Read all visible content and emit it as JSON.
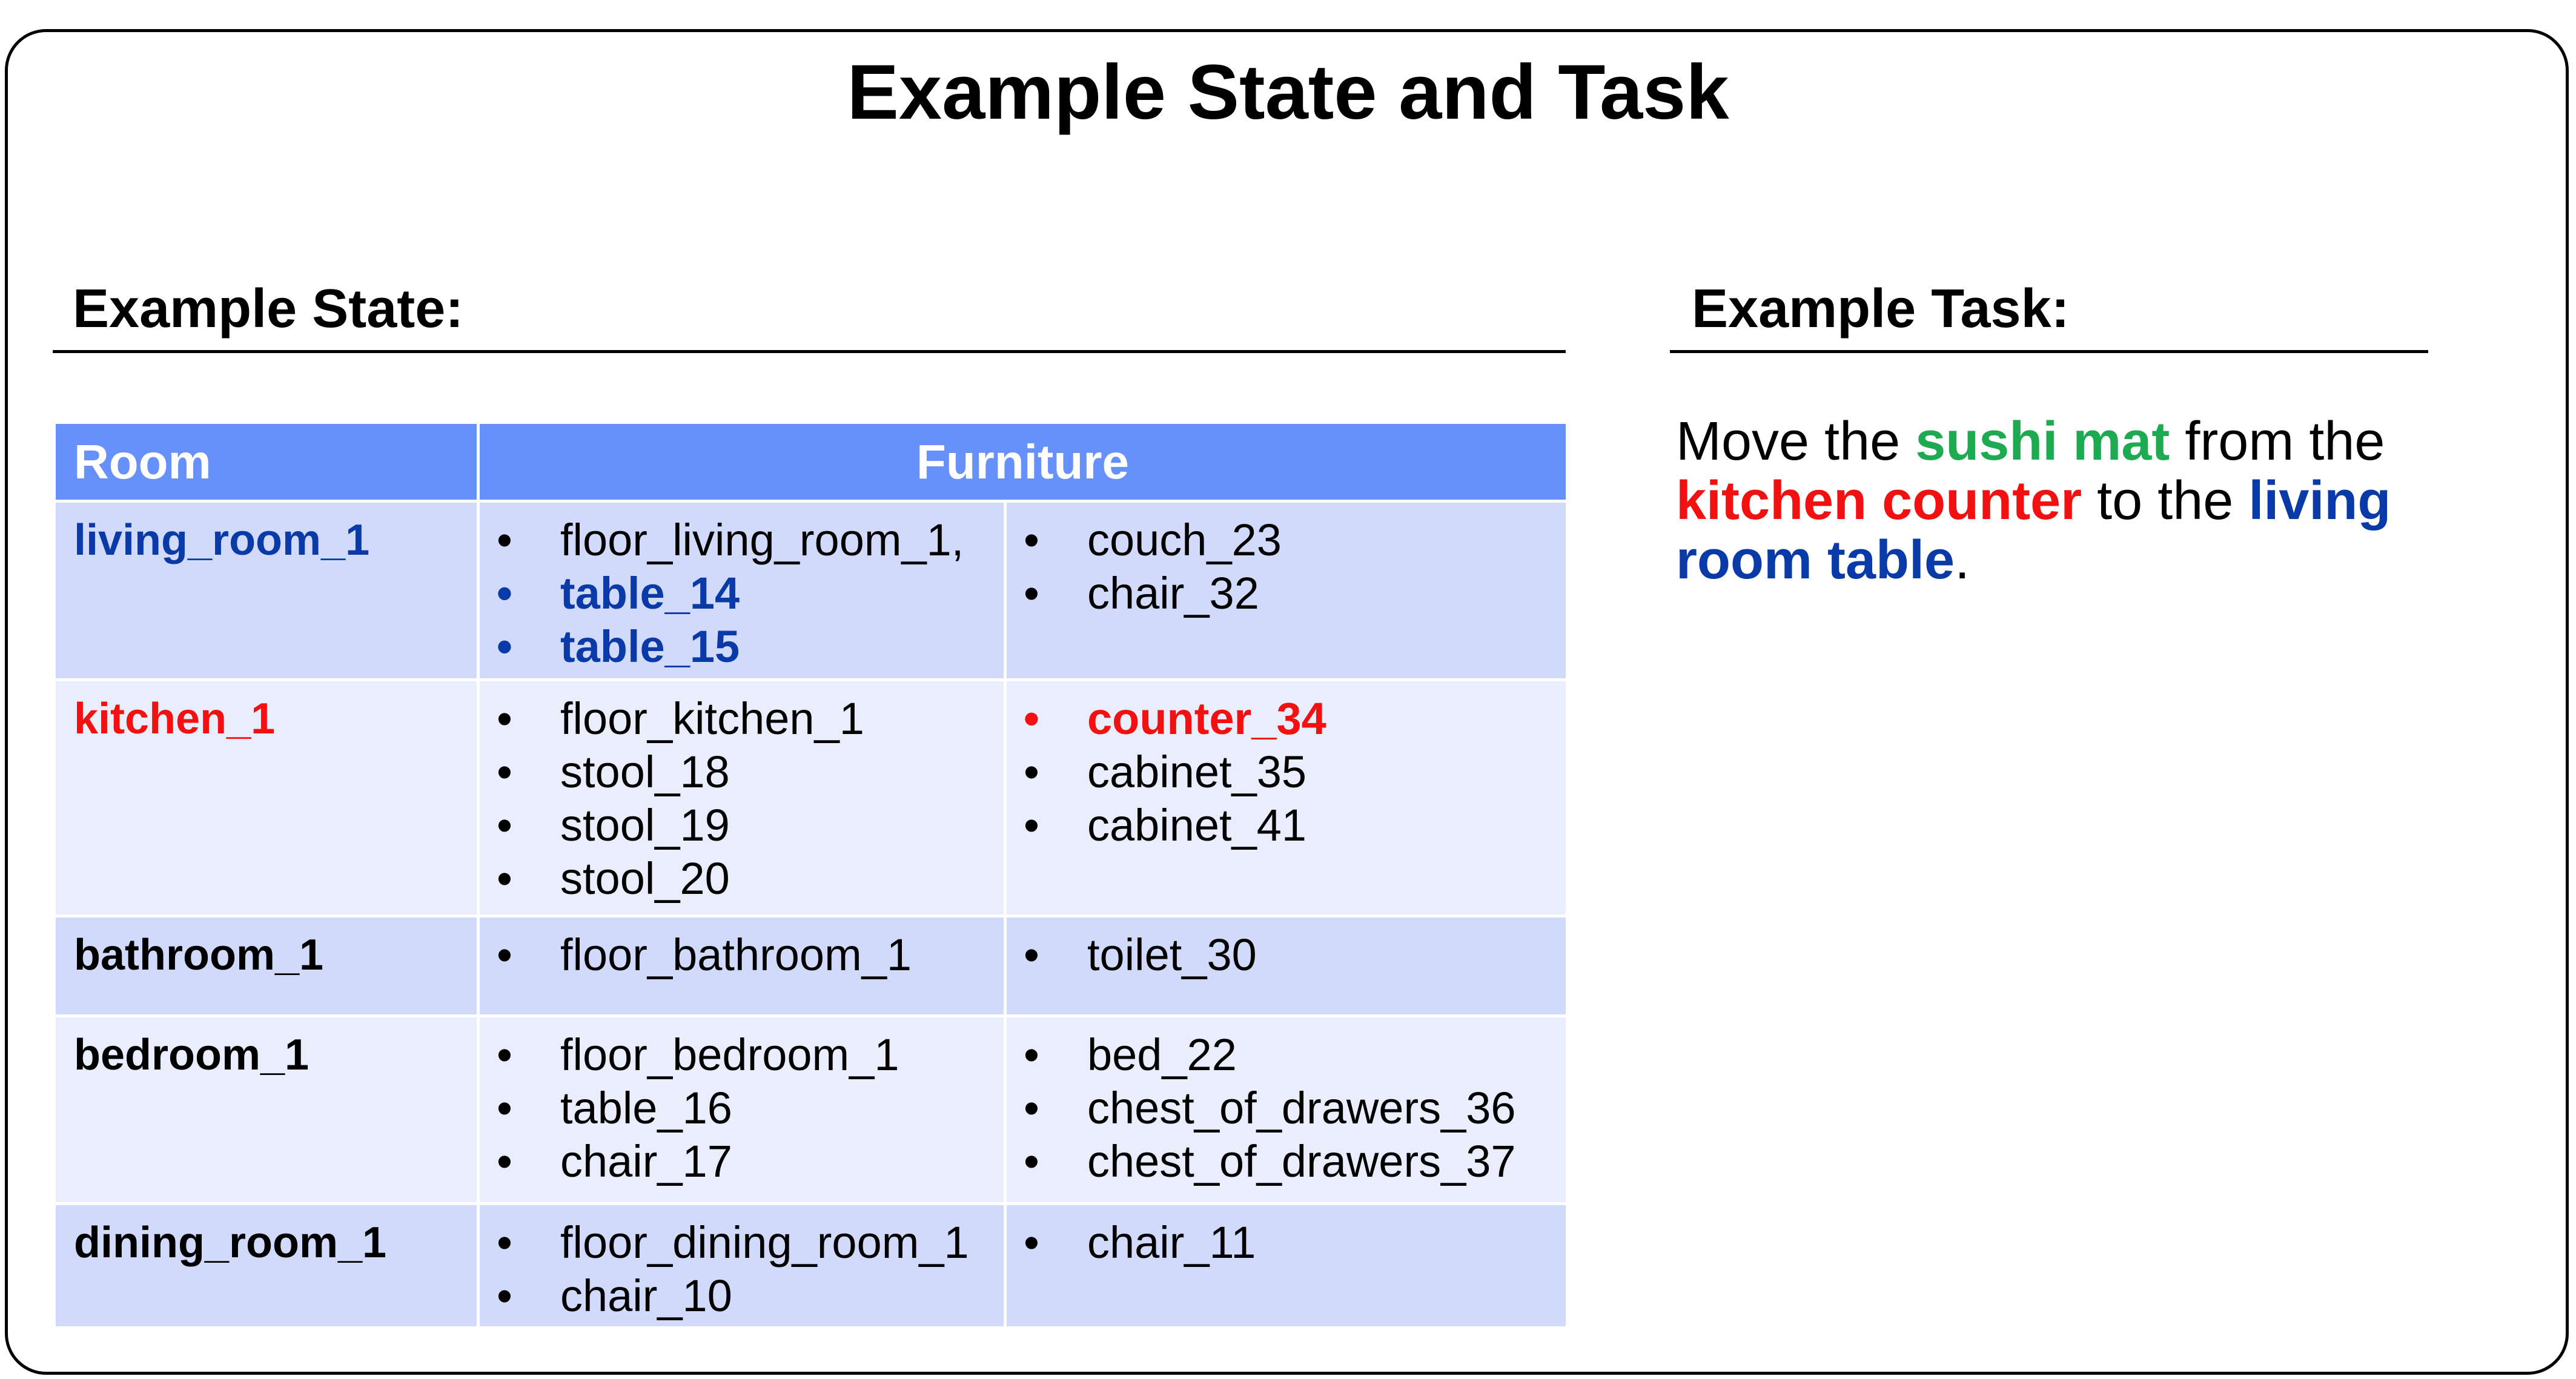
{
  "title": "Example State and Task",
  "state": {
    "heading": "Example State:",
    "columns": {
      "room": "Room",
      "furniture": "Furniture"
    },
    "rows": [
      {
        "room": "living_room_1",
        "room_color": "blue",
        "col1": [
          {
            "text": "floor_living_room_1,",
            "color": ""
          },
          {
            "text": "table_14",
            "color": "blue"
          },
          {
            "text": "table_15",
            "color": "blue"
          }
        ],
        "col2": [
          {
            "text": "couch_23",
            "color": ""
          },
          {
            "text": "chair_32",
            "color": ""
          }
        ]
      },
      {
        "room": "kitchen_1",
        "room_color": "red",
        "col1": [
          {
            "text": "floor_kitchen_1",
            "color": ""
          },
          {
            "text": "stool_18",
            "color": ""
          },
          {
            "text": "stool_19",
            "color": ""
          },
          {
            "text": "stool_20",
            "color": ""
          }
        ],
        "col2": [
          {
            "text": "counter_34",
            "color": "red"
          },
          {
            "text": "cabinet_35",
            "color": ""
          },
          {
            "text": "cabinet_41",
            "color": ""
          }
        ]
      },
      {
        "room": "bathroom_1",
        "room_color": "",
        "col1": [
          {
            "text": "floor_bathroom_1",
            "color": ""
          }
        ],
        "col2": [
          {
            "text": "toilet_30",
            "color": ""
          }
        ]
      },
      {
        "room": "bedroom_1",
        "room_color": "",
        "col1": [
          {
            "text": "floor_bedroom_1",
            "color": ""
          },
          {
            "text": "table_16",
            "color": ""
          },
          {
            "text": "chair_17",
            "color": ""
          }
        ],
        "col2": [
          {
            "text": "bed_22",
            "color": ""
          },
          {
            "text": "chest_of_drawers_36",
            "color": ""
          },
          {
            "text": "chest_of_drawers_37",
            "color": ""
          }
        ]
      },
      {
        "room": "dining_room_1",
        "room_color": "",
        "col1": [
          {
            "text": "floor_dining_room_1",
            "color": ""
          },
          {
            "text": "chair_10",
            "color": ""
          }
        ],
        "col2": [
          {
            "text": "chair_11",
            "color": ""
          }
        ]
      }
    ]
  },
  "task": {
    "heading": "Example Task:",
    "segments": [
      {
        "text": "Move the ",
        "color": ""
      },
      {
        "text": "sushi mat",
        "color": "green"
      },
      {
        "text": " from the ",
        "color": ""
      },
      {
        "text": "kitchen counter",
        "color": "red"
      },
      {
        "text": " to the ",
        "color": ""
      },
      {
        "text": "living room table",
        "color": "blue"
      },
      {
        "text": ".",
        "color": ""
      }
    ]
  },
  "colors": {
    "blue": "#0a3aa8",
    "red": "#f21010",
    "green": "#1daa50",
    "header_fill": "#6690fa",
    "row_fill_dark": "#d1dafa",
    "row_fill_light": "#e9edfc"
  }
}
